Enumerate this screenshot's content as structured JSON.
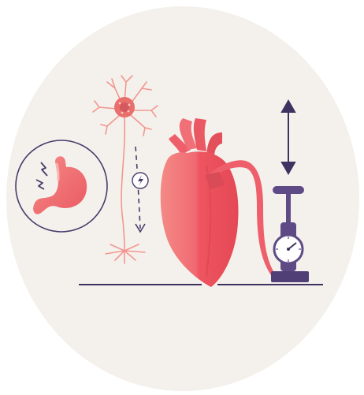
{
  "illustration": {
    "subjects": [
      "stomach",
      "neuron",
      "heart",
      "blood-pressure-gauge"
    ],
    "colors": {
      "background_circle": "#F4F1EC",
      "heart_light": "#F48A86",
      "heart_main": "#EE5560",
      "heart_dark": "#D33F4B",
      "vessel": "#EF5F6B",
      "outline": "#4A3A6B",
      "neuron": "#F2978F",
      "neuron_core": "#E96F6C",
      "gauge_body": "#5E4B86",
      "gauge_face": "#FFFFFF",
      "ground_line": "#3F3260"
    }
  }
}
